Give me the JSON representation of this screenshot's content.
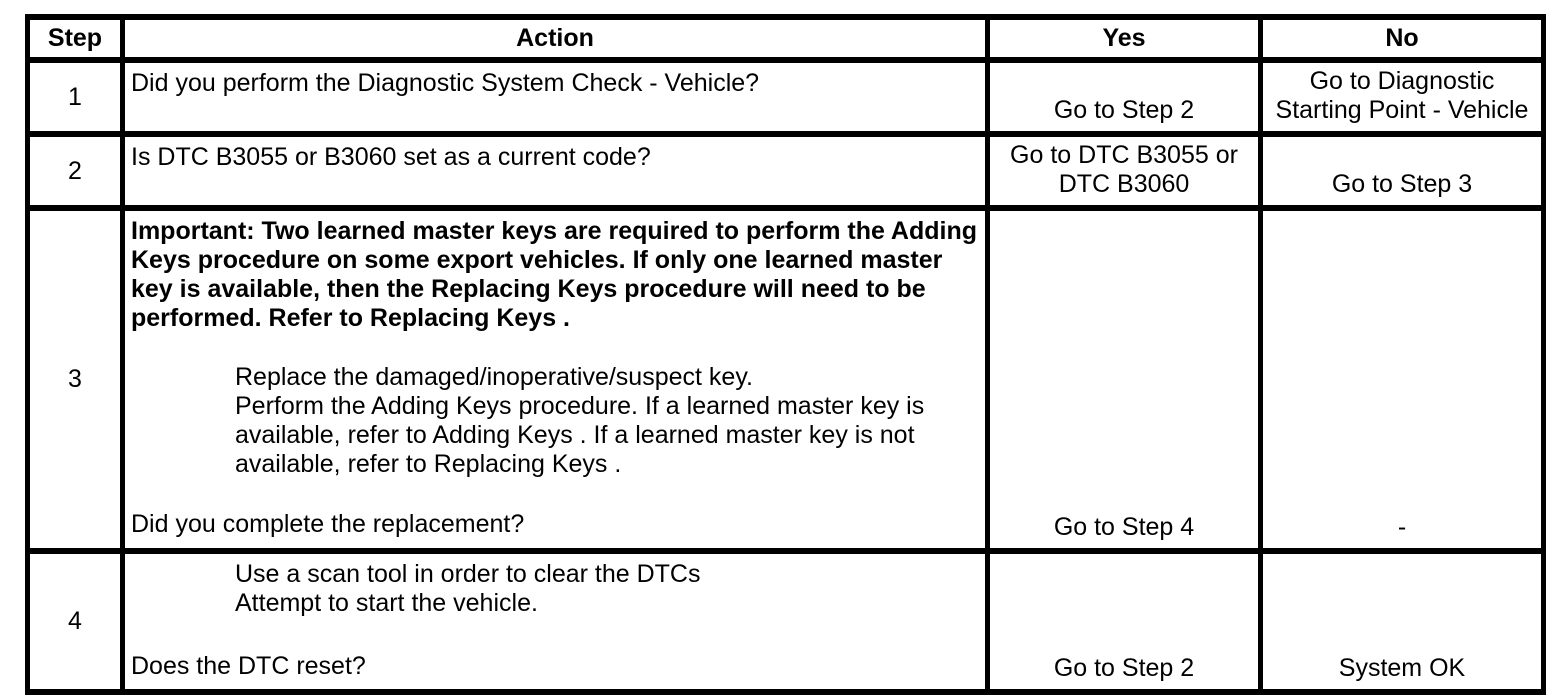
{
  "table": {
    "headers": [
      "Step",
      "Action",
      "Yes",
      "No"
    ],
    "rows": [
      {
        "step": "1",
        "question": "Did you perform the Diagnostic System Check - Vehicle?",
        "yes": "Go to Step 2",
        "no": "Go to Diagnostic Starting Point - Vehicle"
      },
      {
        "step": "2",
        "question": "Is DTC B3055 or B3060 set as a current code?",
        "yes": "Go to DTC B3055 or DTC B3060",
        "no": "Go to Step 3"
      },
      {
        "step": "3",
        "important": "Important: Two learned master keys are required to perform the Adding Keys procedure on some export vehicles. If only one learned master key is available, then the Replacing Keys procedure will need to be performed. Refer to Replacing Keys .",
        "items": [
          "Replace the damaged/inoperative/suspect key.",
          "Perform the Adding Keys procedure. If a learned master key is available, refer to Adding Keys . If a learned master key is not available, refer to Replacing Keys ."
        ],
        "question": "Did you complete the replacement?",
        "yes": "Go to Step 4",
        "no": "-"
      },
      {
        "step": "4",
        "items": [
          "Use a scan tool in order to clear the DTCs",
          "Attempt to start the vehicle."
        ],
        "question": "Does the DTC reset?",
        "yes": "Go to Step 2",
        "no": "System OK"
      }
    ]
  }
}
